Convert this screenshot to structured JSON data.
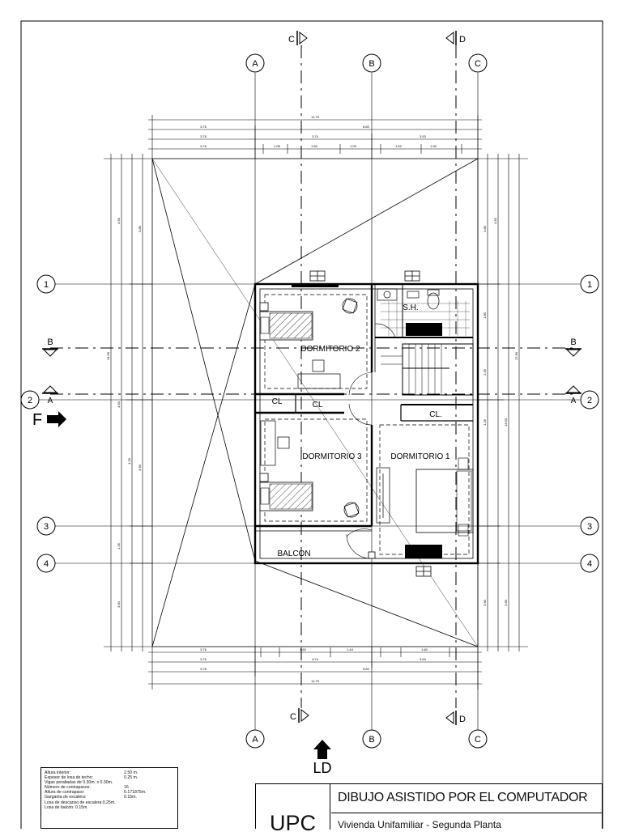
{
  "drawing": {
    "axes_vertical": [
      "A",
      "B",
      "C"
    ],
    "axes_horizontal": [
      "1",
      "2",
      "3",
      "4"
    ],
    "section_marks": {
      "top": [
        "C",
        "D"
      ],
      "bottom": [
        "C",
        "D"
      ],
      "sides": [
        "B",
        "A"
      ]
    },
    "facade_label": "F",
    "ld_label": "LD",
    "rooms": {
      "dorm2": "DORMITORIO 2",
      "dorm3": "DORMITORIO 3",
      "dorm1": "DORMITORIO 1",
      "sh": "S.H.",
      "cl_a": "CL",
      "cl_b": "CL",
      "cl_c": "CL.",
      "balcon": "BALCON"
    },
    "dims_top": {
      "row1": [
        "11.70"
      ],
      "row2": [
        "3.76",
        "6.60"
      ],
      "row3": [
        "3.76",
        "3.74",
        "3.53"
      ],
      "row4": [
        "3.76",
        "1.06",
        "1.60",
        "1.09",
        "1.52",
        "1.90"
      ]
    },
    "dims_bottom": {
      "row1": [
        "3.76",
        "1.60",
        "1.44",
        "1.60"
      ],
      "row2": [
        "3.76",
        "3.74",
        "3.53"
      ],
      "row3": [
        "3.76",
        "6.60"
      ],
      "row4": [
        "11.70"
      ]
    },
    "dims_left": [
      "4.50",
      "3.80",
      "14.00",
      "4.50",
      "4.20",
      "3.60",
      "1.26",
      "3.60"
    ],
    "dims_right": [
      "3.80",
      "4.50",
      "1.80",
      "2.26",
      "17.60",
      "1.26",
      "13.60",
      "3.60",
      "3.60"
    ]
  },
  "notes": [
    {
      "k": "Altura interior:",
      "v": "2.50 m."
    },
    {
      "k": "Espesor de losa de techo:",
      "v": "0.25 m."
    },
    {
      "k": "Vigas peraltadas de 0.30m. x 0.30m.",
      "v": ""
    },
    {
      "k": "Número de contrapasos:",
      "v": "16"
    },
    {
      "k": "Altura de contrapaso:",
      "v": "0.171875m."
    },
    {
      "k": "Garganta de escalera:",
      "v": "0.15m."
    },
    {
      "k": "Losa de descanso de escalera:",
      "v": "0.25m."
    },
    {
      "k": "Losa de balcón: 0.15m",
      "v": ""
    }
  ],
  "title_block": {
    "logo": "UPC",
    "course": "DIBUJO ASISTIDO POR EL COMPUTADOR",
    "project": "Vivienda Unifamiliar - Segunda Planta"
  }
}
